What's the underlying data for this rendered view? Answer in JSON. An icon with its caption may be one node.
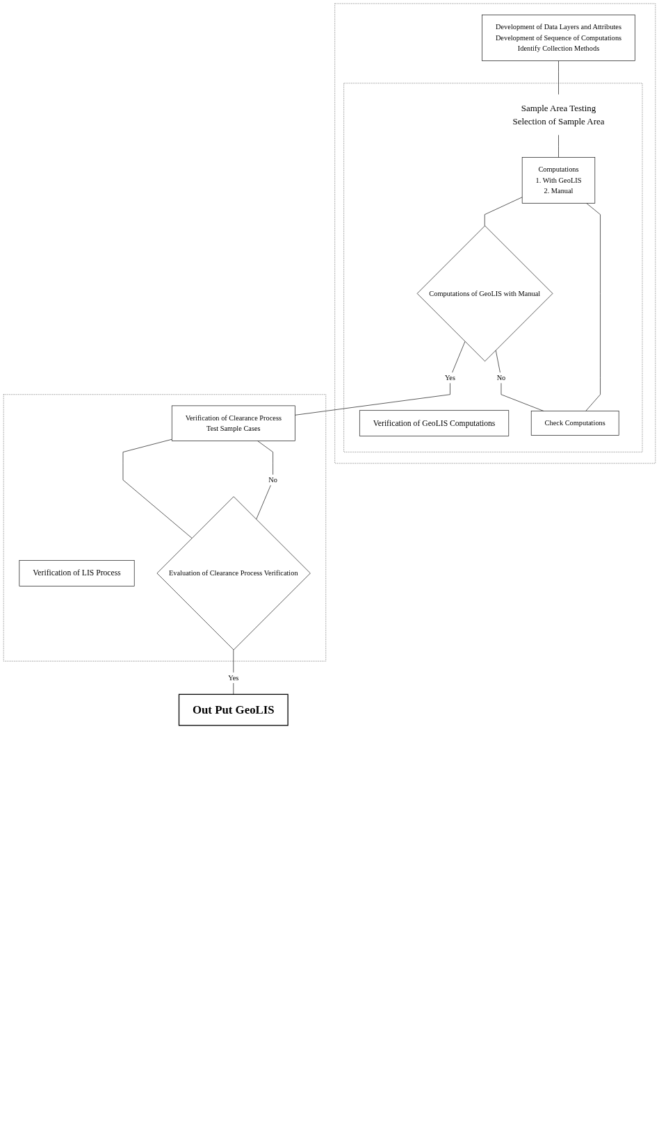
{
  "diagram": {
    "nodes": [
      {
        "text": [],
        "shape": "box"
      },
      {
        "text": [
          "Development of Data Layers and Attributes",
          "Development of Sequence of Computations",
          "Identify Collection Methods"
        ],
        "in": 0
      },
      {
        "text": [],
        "shape": "box",
        "in": 0
      },
      {
        "text": [
          "Verification of GeoLIS Computations"
        ],
        "in": 2
      },
      {
        "text": [
          "Sample Area Testing",
          "Selection of Sample Area"
        ],
        "in": 2
      },
      {
        "text": [
          "Computations",
          "1. With GeoLIS",
          "2. Manual"
        ],
        "in": 2
      },
      {
        "text": [
          "Check Computations"
        ],
        "in": 2
      },
      {
        "text": [
          "Computations of GeoLIS with Manual"
        ],
        "in": 2
      },
      {
        "text": [],
        "shape": "box"
      },
      {
        "text": [
          "Verification of LIS Process"
        ],
        "in": 8
      },
      {
        "text": [
          "Verification of Clearance Process",
          "Test Sample Cases"
        ],
        "in": 8
      },
      {
        "text": [
          "Evaluation of Clearance Process Verification"
        ],
        "in": 8
      },
      {
        "text": [
          "Out Put GeoLIS"
        ]
      }
    ],
    "edges": [
      {
        "from": 1,
        "to": 4,
        "arrow": "none"
      },
      {
        "from": 4,
        "to": 5,
        "arrow": "none"
      },
      {
        "from": 5,
        "to": 7,
        "arrow": "none"
      },
      {
        "from": 7,
        "to": 6,
        "arrow": "none",
        "label": "No"
      },
      {
        "from": 6,
        "to": 5,
        "arrow": "none"
      },
      {
        "from": 7,
        "to": 10,
        "arrow": "none",
        "label": "Yes"
      },
      {
        "from": 10,
        "to": 11,
        "arrow": "none"
      },
      {
        "from": 11,
        "to": 10,
        "arrow": "none",
        "label": "No"
      },
      {
        "from": 11,
        "to": 12,
        "arrow": "none",
        "label": "Yes"
      }
    ]
  }
}
